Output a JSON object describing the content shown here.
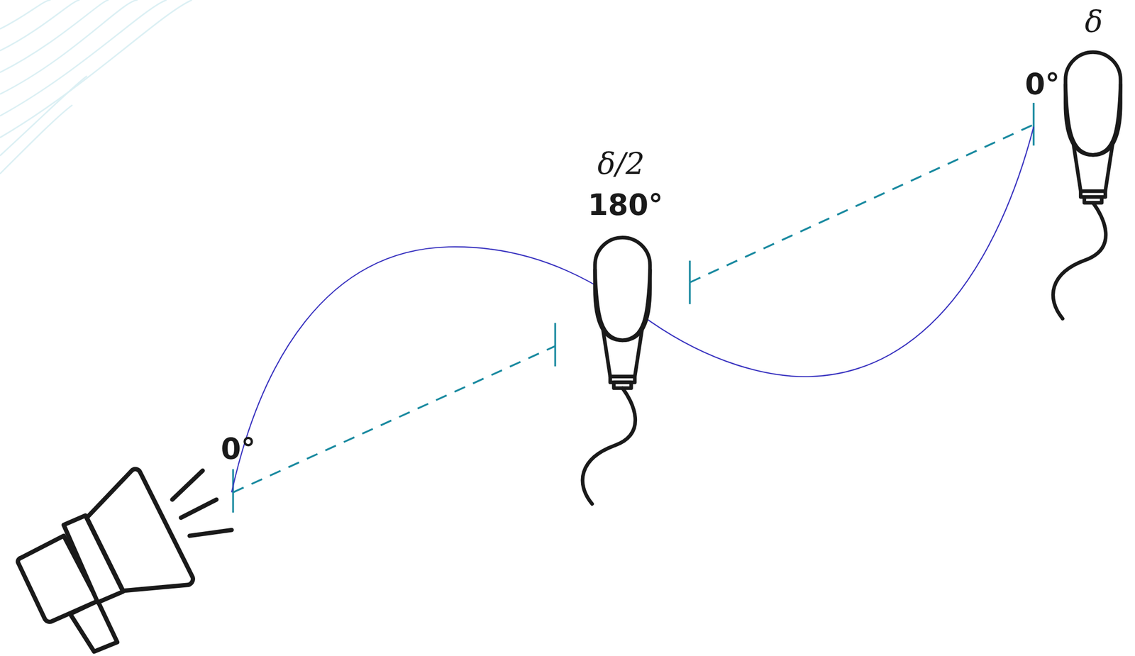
{
  "diagram": {
    "labels": [
      "0°",
      "δ/2",
      "180°",
      "δ",
      "0°"
    ]
  }
}
